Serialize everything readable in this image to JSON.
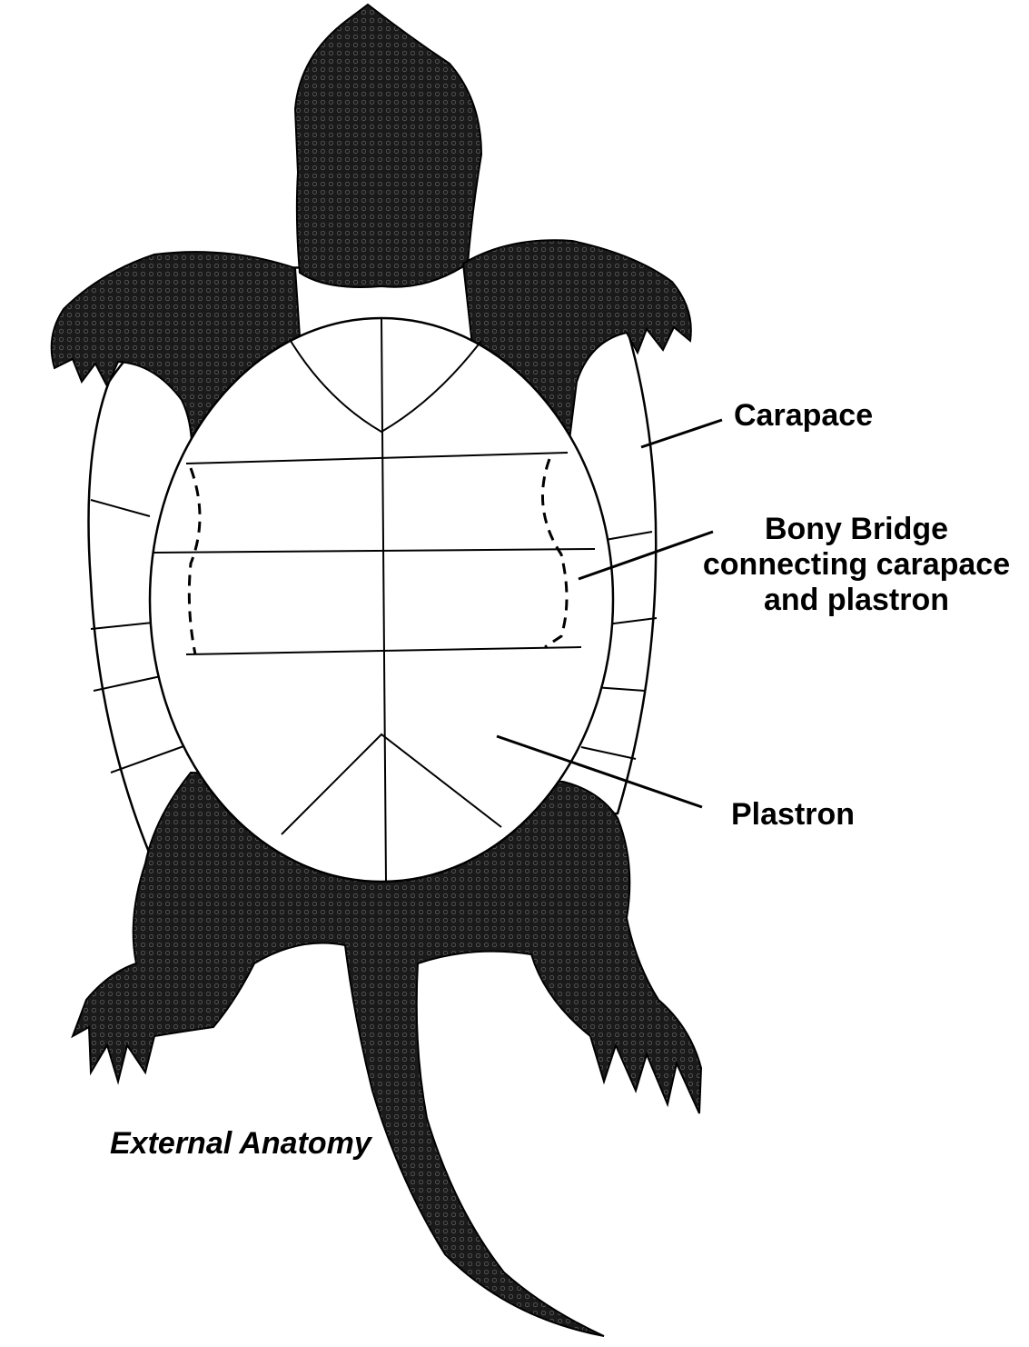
{
  "labels": {
    "carapace": "Carapace",
    "bony_bridge": [
      "Bony Bridge",
      "connecting carapace",
      "and plastron"
    ],
    "plastron": "Plastron"
  },
  "caption": "External Anatomy",
  "colors": {
    "ink": "#000000",
    "shell": "#ffffff",
    "skin": "#141414"
  }
}
